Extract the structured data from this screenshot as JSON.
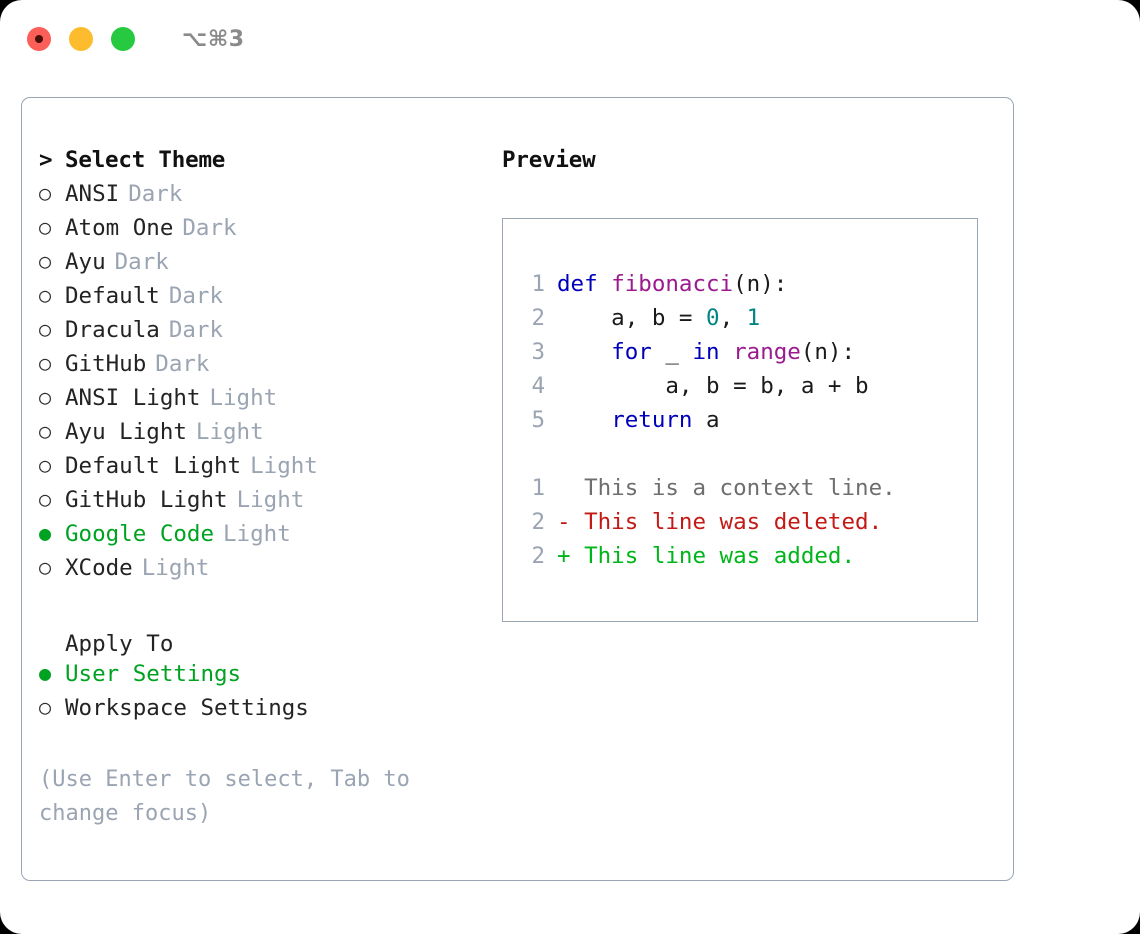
{
  "titlebar": {
    "shortcut": "⌥⌘3",
    "lights": [
      {
        "name": "close",
        "color": "#fb5f57"
      },
      {
        "name": "minimize",
        "color": "#fdbc2e"
      },
      {
        "name": "maximize",
        "color": "#26c940"
      }
    ]
  },
  "theme_picker": {
    "prompt_symbol": ">",
    "title": "Select Theme",
    "bullet_unselected": "○",
    "bullet_selected": "●",
    "items": [
      {
        "name": "ANSI",
        "tag": "Dark",
        "selected": false
      },
      {
        "name": "Atom One",
        "tag": "Dark",
        "selected": false
      },
      {
        "name": "Ayu",
        "tag": "Dark",
        "selected": false
      },
      {
        "name": "Default",
        "tag": "Dark",
        "selected": false
      },
      {
        "name": "Dracula",
        "tag": "Dark",
        "selected": false
      },
      {
        "name": "GitHub",
        "tag": "Dark",
        "selected": false
      },
      {
        "name": "ANSI Light",
        "tag": "Light",
        "selected": false
      },
      {
        "name": "Ayu Light",
        "tag": "Light",
        "selected": false
      },
      {
        "name": "Default Light",
        "tag": "Light",
        "selected": false
      },
      {
        "name": "GitHub Light",
        "tag": "Light",
        "selected": false
      },
      {
        "name": "Google Code",
        "tag": "Light",
        "selected": true
      },
      {
        "name": "XCode",
        "tag": "Light",
        "selected": false
      }
    ]
  },
  "apply_to": {
    "title": "Apply To",
    "items": [
      {
        "name": "User Settings",
        "selected": true
      },
      {
        "name": "Workspace Settings",
        "selected": false
      }
    ]
  },
  "hint": "(Use Enter to select, Tab to change focus)",
  "preview": {
    "title": "Preview",
    "code_lines": [
      {
        "number": "1",
        "tokens": [
          {
            "text": "def ",
            "style": "kw"
          },
          {
            "text": "fibonacci",
            "style": "fn"
          },
          {
            "text": "(n):",
            "style": "pl"
          }
        ]
      },
      {
        "number": "2",
        "tokens": [
          {
            "text": "    a, b = ",
            "style": "pl"
          },
          {
            "text": "0",
            "style": "num"
          },
          {
            "text": ", ",
            "style": "pl"
          },
          {
            "text": "1",
            "style": "num"
          }
        ]
      },
      {
        "number": "3",
        "tokens": [
          {
            "text": "    ",
            "style": "pl"
          },
          {
            "text": "for",
            "style": "kw"
          },
          {
            "text": " _ ",
            "style": "pl"
          },
          {
            "text": "in",
            "style": "kw"
          },
          {
            "text": " ",
            "style": "pl"
          },
          {
            "text": "range",
            "style": "fn"
          },
          {
            "text": "(n):",
            "style": "pl"
          }
        ]
      },
      {
        "number": "4",
        "tokens": [
          {
            "text": "        a, b = b, a + b",
            "style": "pl"
          }
        ]
      },
      {
        "number": "5",
        "tokens": [
          {
            "text": "    ",
            "style": "pl"
          },
          {
            "text": "return",
            "style": "kw"
          },
          {
            "text": " a",
            "style": "pl"
          }
        ]
      }
    ],
    "diff_lines": [
      {
        "number": "1",
        "marker": " ",
        "text": "This is a context line.",
        "style": "dctx"
      },
      {
        "number": "2",
        "marker": "-",
        "text": "This line was deleted.",
        "style": "ddel"
      },
      {
        "number": "2",
        "marker": "+",
        "text": "This line was added.",
        "style": "dadd"
      }
    ]
  },
  "colors": {
    "accent_green": "#00a321",
    "keyword_blue": "#0000bb",
    "function_purple": "#9b1a8f",
    "number_teal": "#008585",
    "diff_deleted": "#c41a16",
    "diff_added": "#00b51a",
    "muted": "#9aa4b2",
    "border": "#9aa5b4"
  }
}
